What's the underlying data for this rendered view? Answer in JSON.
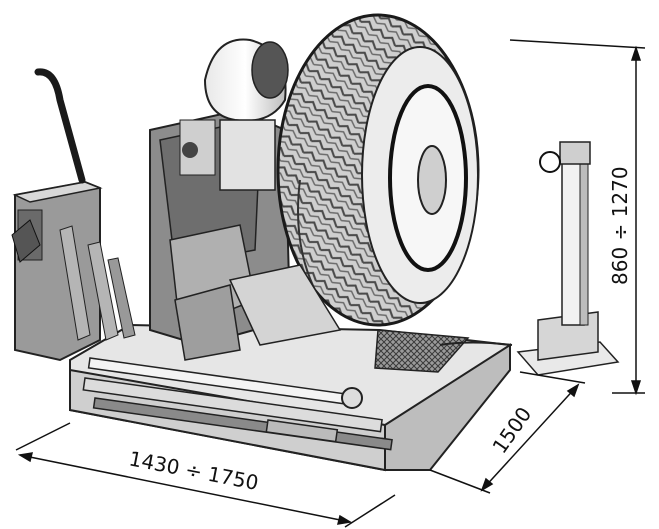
{
  "diagram": {
    "dimensions": {
      "length": "1430 ÷ 1750",
      "depth": "1500",
      "height": "860 ÷ 1270"
    }
  }
}
